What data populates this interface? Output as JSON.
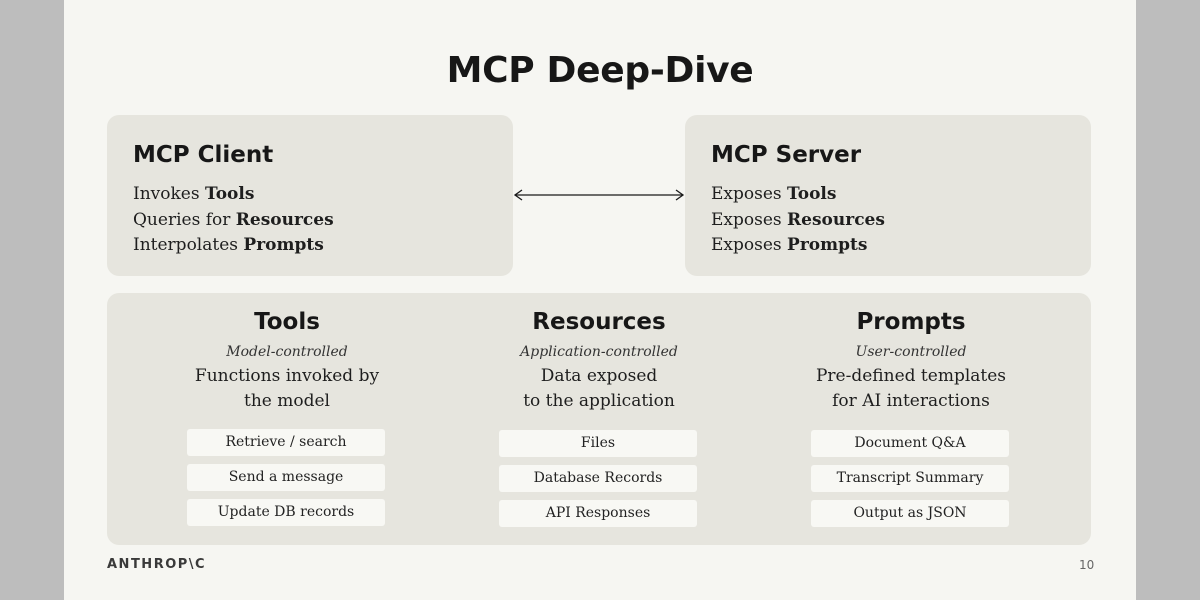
{
  "title": "MCP Deep-Dive",
  "client": {
    "title": "MCP Client",
    "lines": [
      {
        "prefix": "Invokes ",
        "bold": "Tools"
      },
      {
        "prefix": "Queries for ",
        "bold": "Resources"
      },
      {
        "prefix": "Interpolates ",
        "bold": "Prompts"
      }
    ]
  },
  "server": {
    "title": "MCP Server",
    "lines": [
      {
        "prefix": "Exposes ",
        "bold": "Tools"
      },
      {
        "prefix": "Exposes ",
        "bold": "Resources"
      },
      {
        "prefix": "Exposes ",
        "bold": "Prompts"
      }
    ]
  },
  "columns": [
    {
      "title": "Tools",
      "subtitle": "Model-controlled",
      "desc": [
        "Functions invoked by",
        "the model"
      ],
      "items": [
        "Retrieve / search",
        "Send a message",
        "Update DB records"
      ]
    },
    {
      "title": "Resources",
      "subtitle": "Application-controlled",
      "desc": [
        "Data exposed",
        "to the application"
      ],
      "items": [
        "Files",
        "Database Records",
        "API Responses"
      ]
    },
    {
      "title": "Prompts",
      "subtitle": "User-controlled",
      "desc": [
        "Pre-defined templates",
        "for AI interactions"
      ],
      "items": [
        "Document Q&A",
        "Transcript Summary",
        "Output as JSON"
      ]
    }
  ],
  "footer": {
    "logo": "ANTHROP\\C",
    "page_number": "10"
  },
  "colors": {
    "slide_background": "#f6f6f2",
    "box_background": "#e6e5de",
    "pill_background": "#f8f8f4",
    "outer_background": "#bdbdbd"
  }
}
